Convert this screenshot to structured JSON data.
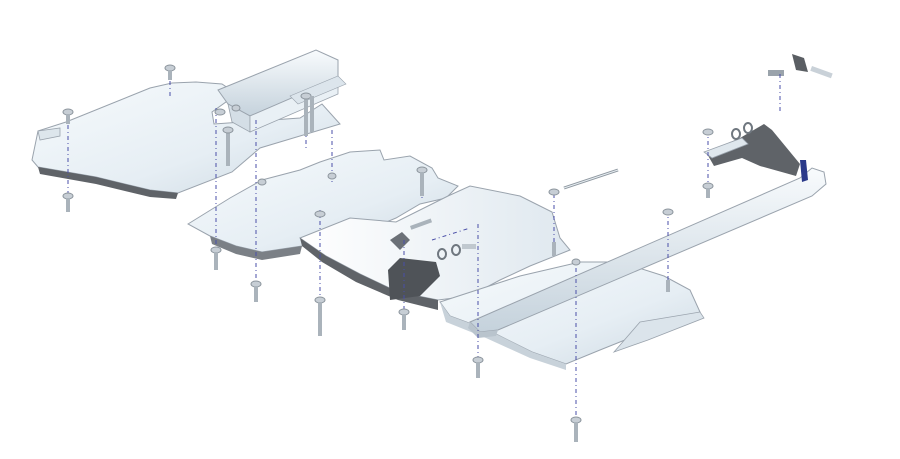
{
  "diagram": {
    "kind": "exploded-assembly",
    "colors": {
      "plate_light": "#eef4f8",
      "plate_shade": "#c9d6df",
      "edge": "#9aa3ad",
      "dark_face": "#5f6368",
      "axis_line": "#4a4fa8",
      "hardware": "#b8c0c8"
    },
    "parts": [
      "front-skid-plate",
      "crossmember-channel",
      "middle-skid-plate",
      "center-skid-plate",
      "rear-skid-plate",
      "long-side-rail",
      "rear-mount-bracket",
      "front-bolt-bracket",
      "rod",
      "fastener-set"
    ]
  }
}
